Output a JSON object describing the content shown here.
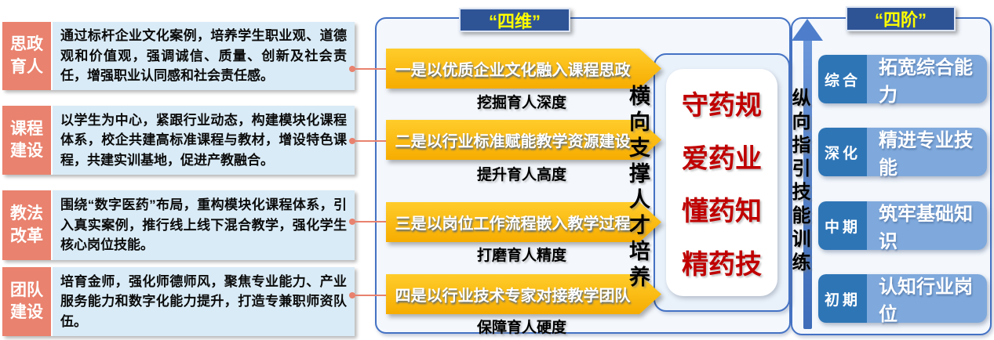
{
  "colors": {
    "accent_blue": "#4472C4",
    "header_bg": "#2F5496",
    "header_text": "#FFFF00",
    "label_salmon": "#E9826E",
    "block_body_bg": "#D9EBF6",
    "arrow_gold": "#FFC000",
    "core_red": "#C00000",
    "stage_chip_blue": "#2E75B6",
    "stage_bar_blue": "#7FA9DC",
    "panel_bg": "#F4F8FD"
  },
  "left_blocks": [
    {
      "label": "思政育人",
      "text": "通过标杆企业文化案例，培养学生职业观、道德观和价值观，强调诚信、质量、创新及社会责任，增强职业认同感和社会责任感。"
    },
    {
      "label": "课程建设",
      "text": "以学生为中心，紧跟行业动态，构建模块化课程体系，校企共建高标准课程与教材，增设特色课程，共建实训基地，促进产教融合。"
    },
    {
      "label": "教法改革",
      "text": "围绕“数字医药”布局，重构模块化课程体系，引入真实案例，推行线上线下混合教学，强化学生核心岗位技能。"
    },
    {
      "label": "团队建设",
      "text": "培育金师，强化师德师风，聚焦专业能力、产业服务能力和数字化能力提升，打造专兼职师资队伍。"
    }
  ],
  "four_dimensions": {
    "header": "“四维”",
    "vertical_label": "横向支撑人才培养",
    "items": [
      {
        "arrow": "一是以优质企业文化融入课程思政",
        "caption": "挖掘育人深度"
      },
      {
        "arrow": "二是以行业标准赋能教学资源建设",
        "caption": "提升育人高度"
      },
      {
        "arrow": "三是以岗位工作流程嵌入教学过程",
        "caption": "打磨育人精度"
      },
      {
        "arrow": "四是以行业技术专家对接教学团队",
        "caption": "保障育人硬度"
      }
    ]
  },
  "core_values": {
    "lines": [
      "守药规",
      "爱药业",
      "懂药知",
      "精药技"
    ]
  },
  "four_stages": {
    "header": "“四阶”",
    "vertical_label": "纵向指引技能训练",
    "items": [
      {
        "stage": "综合",
        "text": "拓宽综合能力"
      },
      {
        "stage": "深化",
        "text": "精进专业技能"
      },
      {
        "stage": "中期",
        "text": "筑牢基础知识"
      },
      {
        "stage": "初期",
        "text": "认知行业岗位"
      }
    ]
  }
}
